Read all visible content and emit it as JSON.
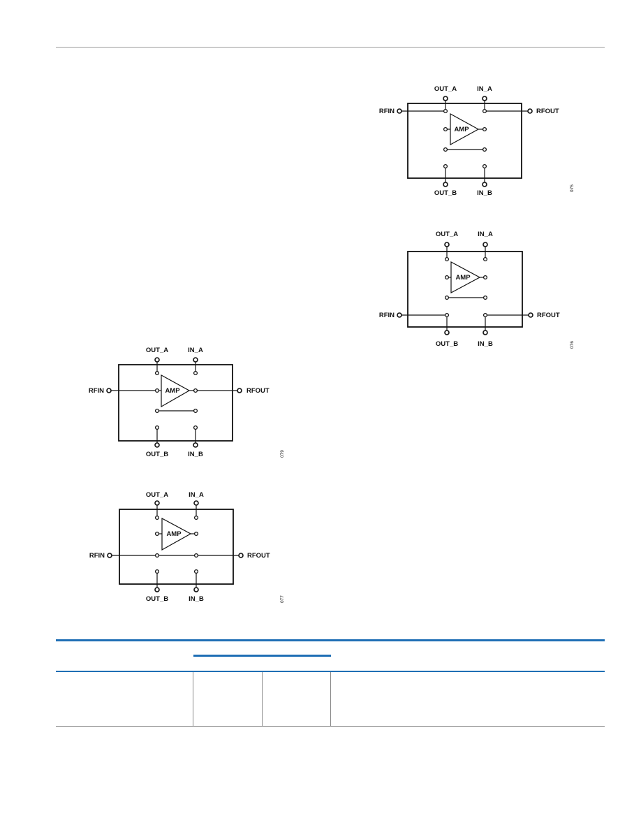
{
  "diagrams": [
    {
      "id": "fig-075",
      "labels": {
        "out_a": "OUT_A",
        "in_a": "IN_A",
        "out_b": "OUT_B",
        "in_b": "IN_B",
        "rfin": "RFIN",
        "rfout": "RFOUT",
        "amp": "AMP"
      },
      "figure_code": "075"
    },
    {
      "id": "fig-076",
      "labels": {
        "out_a": "OUT_A",
        "in_a": "IN_A",
        "out_b": "OUT_B",
        "in_b": "IN_B",
        "rfin": "RFIN",
        "rfout": "RFOUT",
        "amp": "AMP"
      },
      "figure_code": "076"
    },
    {
      "id": "fig-079",
      "labels": {
        "out_a": "OUT_A",
        "in_a": "IN_A",
        "out_b": "OUT_B",
        "in_b": "IN_B",
        "rfin": "RFIN",
        "rfout": "RFOUT",
        "amp": "AMP"
      },
      "figure_code": "079"
    },
    {
      "id": "fig-077",
      "labels": {
        "out_a": "OUT_A",
        "in_a": "IN_A",
        "out_b": "OUT_B",
        "in_b": "IN_B",
        "rfin": "RFIN",
        "rfout": "RFOUT",
        "amp": "AMP"
      },
      "figure_code": "077"
    }
  ],
  "colors": {
    "accent": "#1f6fb5",
    "rule": "#8a8a8a",
    "ink": "#111111"
  }
}
